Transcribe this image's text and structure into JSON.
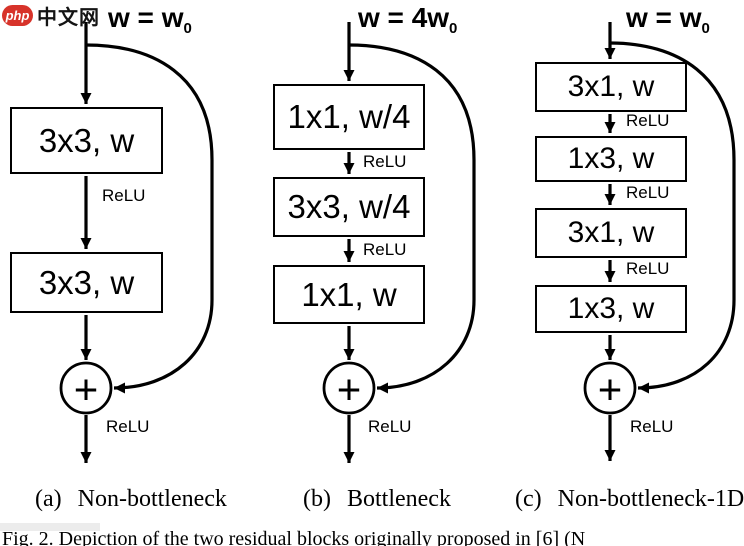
{
  "watermark": {
    "brand": "php",
    "suffix": "中文网"
  },
  "figure": {
    "columns": [
      {
        "title_main": "w = w",
        "title_sub": "0",
        "blocks": [
          "3x3, w",
          "3x3, w"
        ],
        "relus": [
          "ReLU",
          "ReLU"
        ],
        "sum": "+",
        "caption_label": "(a)",
        "caption_text": "Non-bottleneck"
      },
      {
        "title_main": "w = 4w",
        "title_sub": "0",
        "blocks": [
          "1x1, w/4",
          "3x3, w/4",
          "1x1, w"
        ],
        "relus": [
          "ReLU",
          "ReLU",
          "ReLU"
        ],
        "sum": "+",
        "caption_label": "(b)",
        "caption_text": "Bottleneck"
      },
      {
        "title_main": "w = w",
        "title_sub": "0",
        "blocks": [
          "3x1, w",
          "1x3, w",
          "3x1, w",
          "1x3, w"
        ],
        "relus": [
          "ReLU",
          "ReLU",
          "ReLU",
          "ReLU"
        ],
        "sum": "+",
        "caption_label": "(c)",
        "caption_text": "Non-bottleneck-1D"
      }
    ],
    "fig_caption_partial": "Fig. 2.   Depiction of the two residual blocks originally proposed in [6] (N"
  },
  "colors": {
    "line": "#000000",
    "logo_red": "#d7332a",
    "text": "#000000"
  }
}
